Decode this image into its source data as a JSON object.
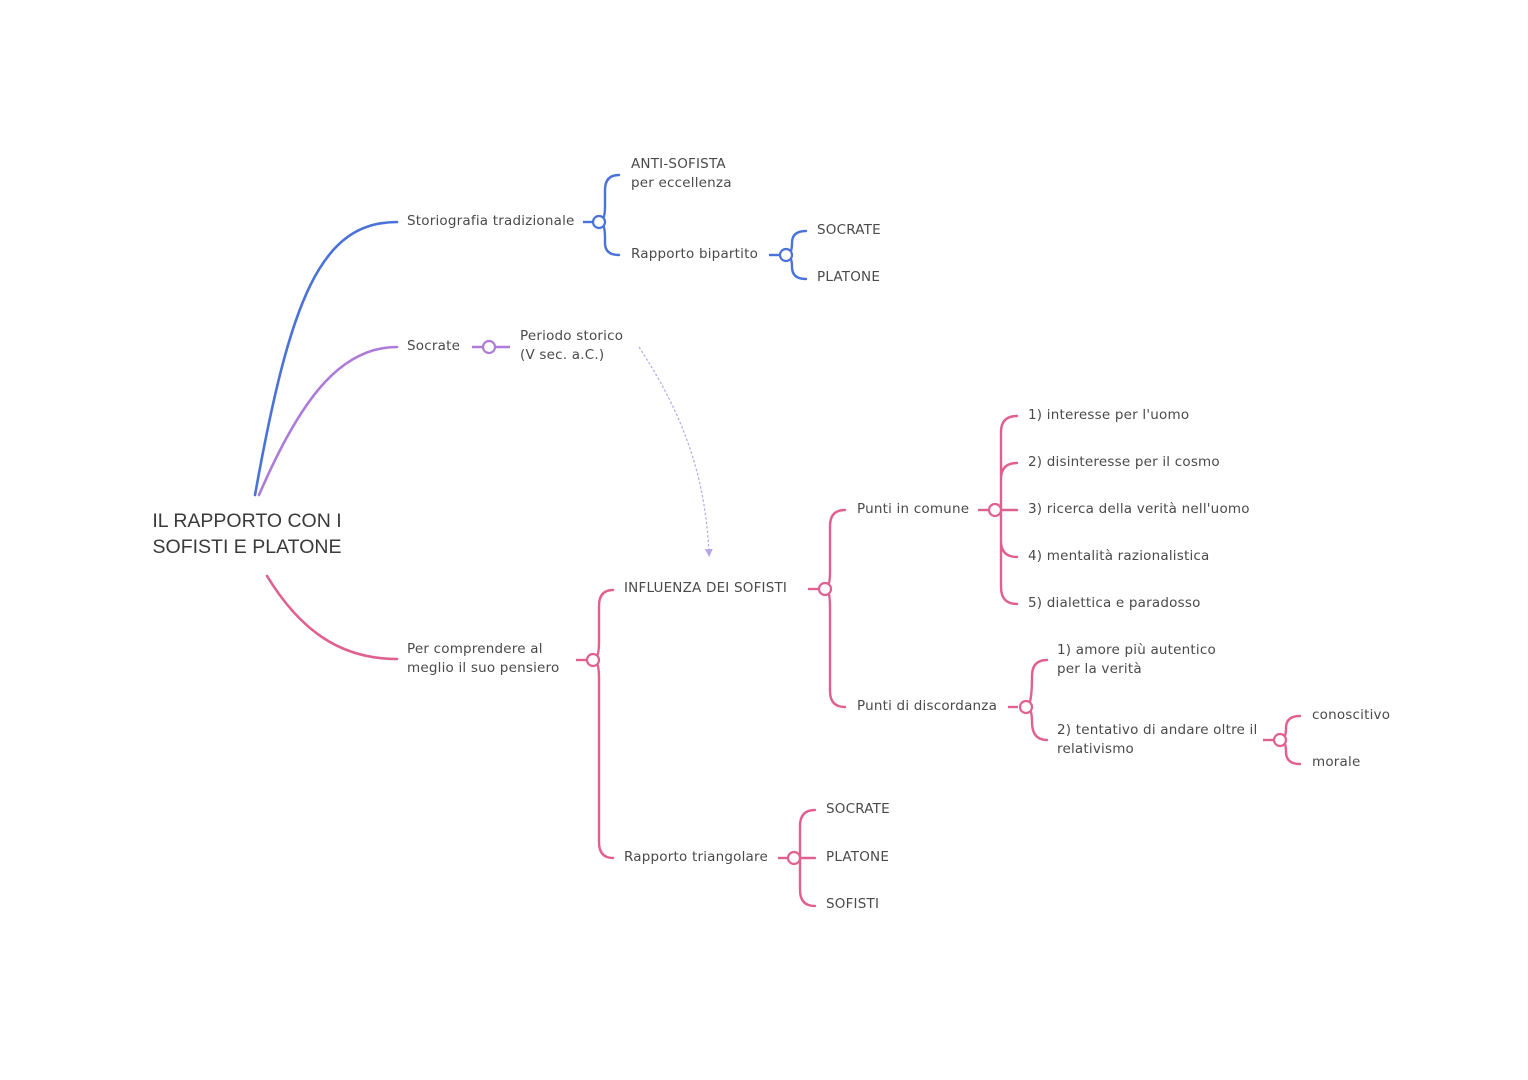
{
  "colors": {
    "blue": "#4a72d8",
    "purple": "#ad7cd9",
    "pink": "#e0608f",
    "arrow": "#b7a5e6",
    "text": "#4a4a4a"
  },
  "central": {
    "line1": "IL RAPPORTO CON I",
    "line2": "SOFISTI E PLATONE"
  },
  "nodes": {
    "storiografia": "Storiografia tradizionale",
    "antisofista_1": "ANTI-SOFISTA",
    "antisofista_2": "per eccellenza",
    "bipartito": "Rapporto bipartito",
    "bip_socrate": "SOCRATE",
    "bip_platone": "PLATONE",
    "socrate": "Socrate",
    "periodo_1": "Periodo storico",
    "periodo_2": "(V sec. a.C.)",
    "comprendere_1": "Per comprendere al",
    "comprendere_2": "meglio il suo pensiero",
    "influenza": "INFLUENZA DEI SOFISTI",
    "punti_comune": "Punti in comune",
    "comune_1": "1) interesse per l'uomo",
    "comune_2": "2) disinteresse per il cosmo",
    "comune_3": "3) ricerca della verità nell'uomo",
    "comune_4": "4) mentalità razionalistica",
    "comune_5": "5) dialettica e paradosso",
    "punti_discordanza": "Punti di discordanza",
    "disc_1_a": "1) amore più autentico",
    "disc_1_b": "per la verità",
    "disc_2_a": "2) tentativo di andare oltre il",
    "disc_2_b": "relativismo",
    "conoscitivo": "conoscitivo",
    "morale": "morale",
    "triangolare": "Rapporto triangolare",
    "tri_socrate": "SOCRATE",
    "tri_platone": "PLATONE",
    "tri_sofisti": "SOFISTI"
  }
}
